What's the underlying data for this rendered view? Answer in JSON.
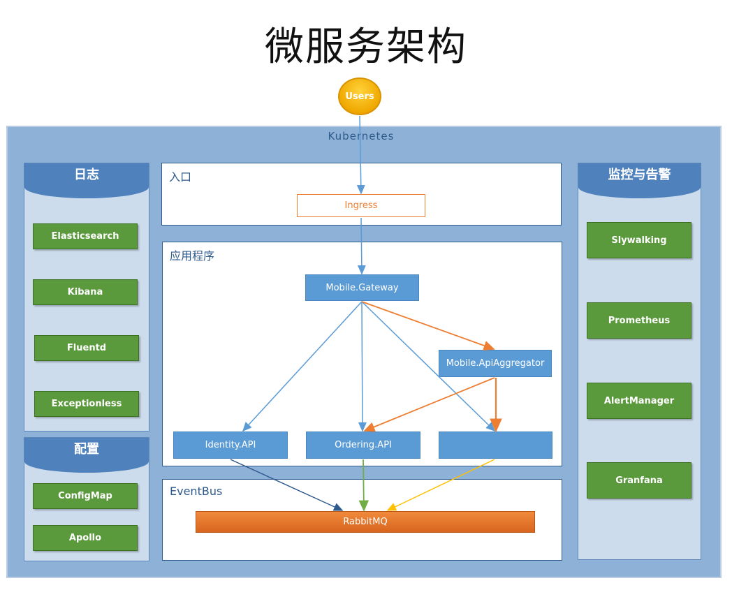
{
  "title": "微服务架构",
  "users": "Users",
  "kubernetes": "Kubernetes",
  "logging": {
    "title": "日志",
    "items": [
      "Elasticsearch",
      "Kibana",
      "Fluentd",
      "Exceptionless"
    ]
  },
  "config": {
    "title": "配置",
    "items": [
      "ConfigMap",
      "Apollo"
    ]
  },
  "monitoring": {
    "title": "监控与告警",
    "items": [
      "Slywalking",
      "Prometheus",
      "AlertManager",
      "Granfana"
    ]
  },
  "entry": {
    "label": "入口",
    "ingress": "Ingress"
  },
  "app": {
    "label": "应用程序",
    "gateway": "Mobile.Gateway",
    "aggregator": "Mobile.ApiAggregator",
    "identity": "Identity.API",
    "ordering": "Ordering.API",
    "third": ""
  },
  "eventbus": {
    "label": "EventBus",
    "rabbitmq": "RabbitMQ"
  },
  "colors": {
    "blue": "#5b9bd5",
    "orange": "#ed7d31",
    "green": "#70ad47",
    "gold": "#ffc000",
    "navy": "#2f5a8c"
  }
}
